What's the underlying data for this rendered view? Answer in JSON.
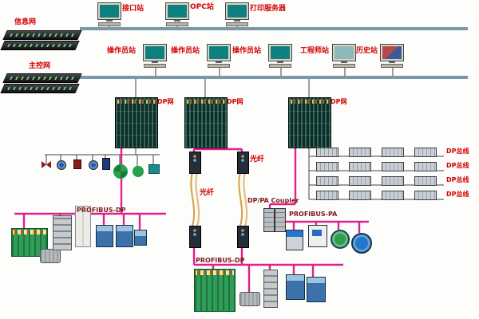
{
  "diagram": {
    "top_stations": [
      {
        "label": "接口站"
      },
      {
        "label": "OPC站"
      },
      {
        "label": "打印服务器"
      }
    ],
    "network_labels": {
      "info_net": "信息网",
      "control_net": "主控网"
    },
    "hmi_stations": [
      {
        "label": "操作员站"
      },
      {
        "label": "操作员站"
      },
      {
        "label": "操作员站"
      },
      {
        "label": "工程师站"
      },
      {
        "label": "历史站"
      }
    ],
    "controller_racks": [
      {
        "label": "DP网"
      },
      {
        "label": "DP网"
      },
      {
        "label": "DP网"
      }
    ],
    "fiber_links": [
      {
        "label": "光纤"
      },
      {
        "label": "光纤"
      }
    ],
    "io_bus_rows": [
      {
        "label": "DP总线"
      },
      {
        "label": "DP总线"
      },
      {
        "label": "DP总线"
      },
      {
        "label": "DP总线"
      }
    ],
    "fieldbus": {
      "profibus_dp_left": "PROFIBUS-DP",
      "profibus_dp_bottom": "PROFIBUS-DP",
      "dp_pa_coupler": "DP/PA Coupler",
      "profibus_pa": "PROFIBUS-PA"
    },
    "colors": {
      "bus_line": "#7b98a8",
      "fieldbus_line": "#e0218a",
      "fiber_cable": "#d9a44e",
      "label_red": "#d40000",
      "screen_teal": "#0e8080"
    }
  }
}
